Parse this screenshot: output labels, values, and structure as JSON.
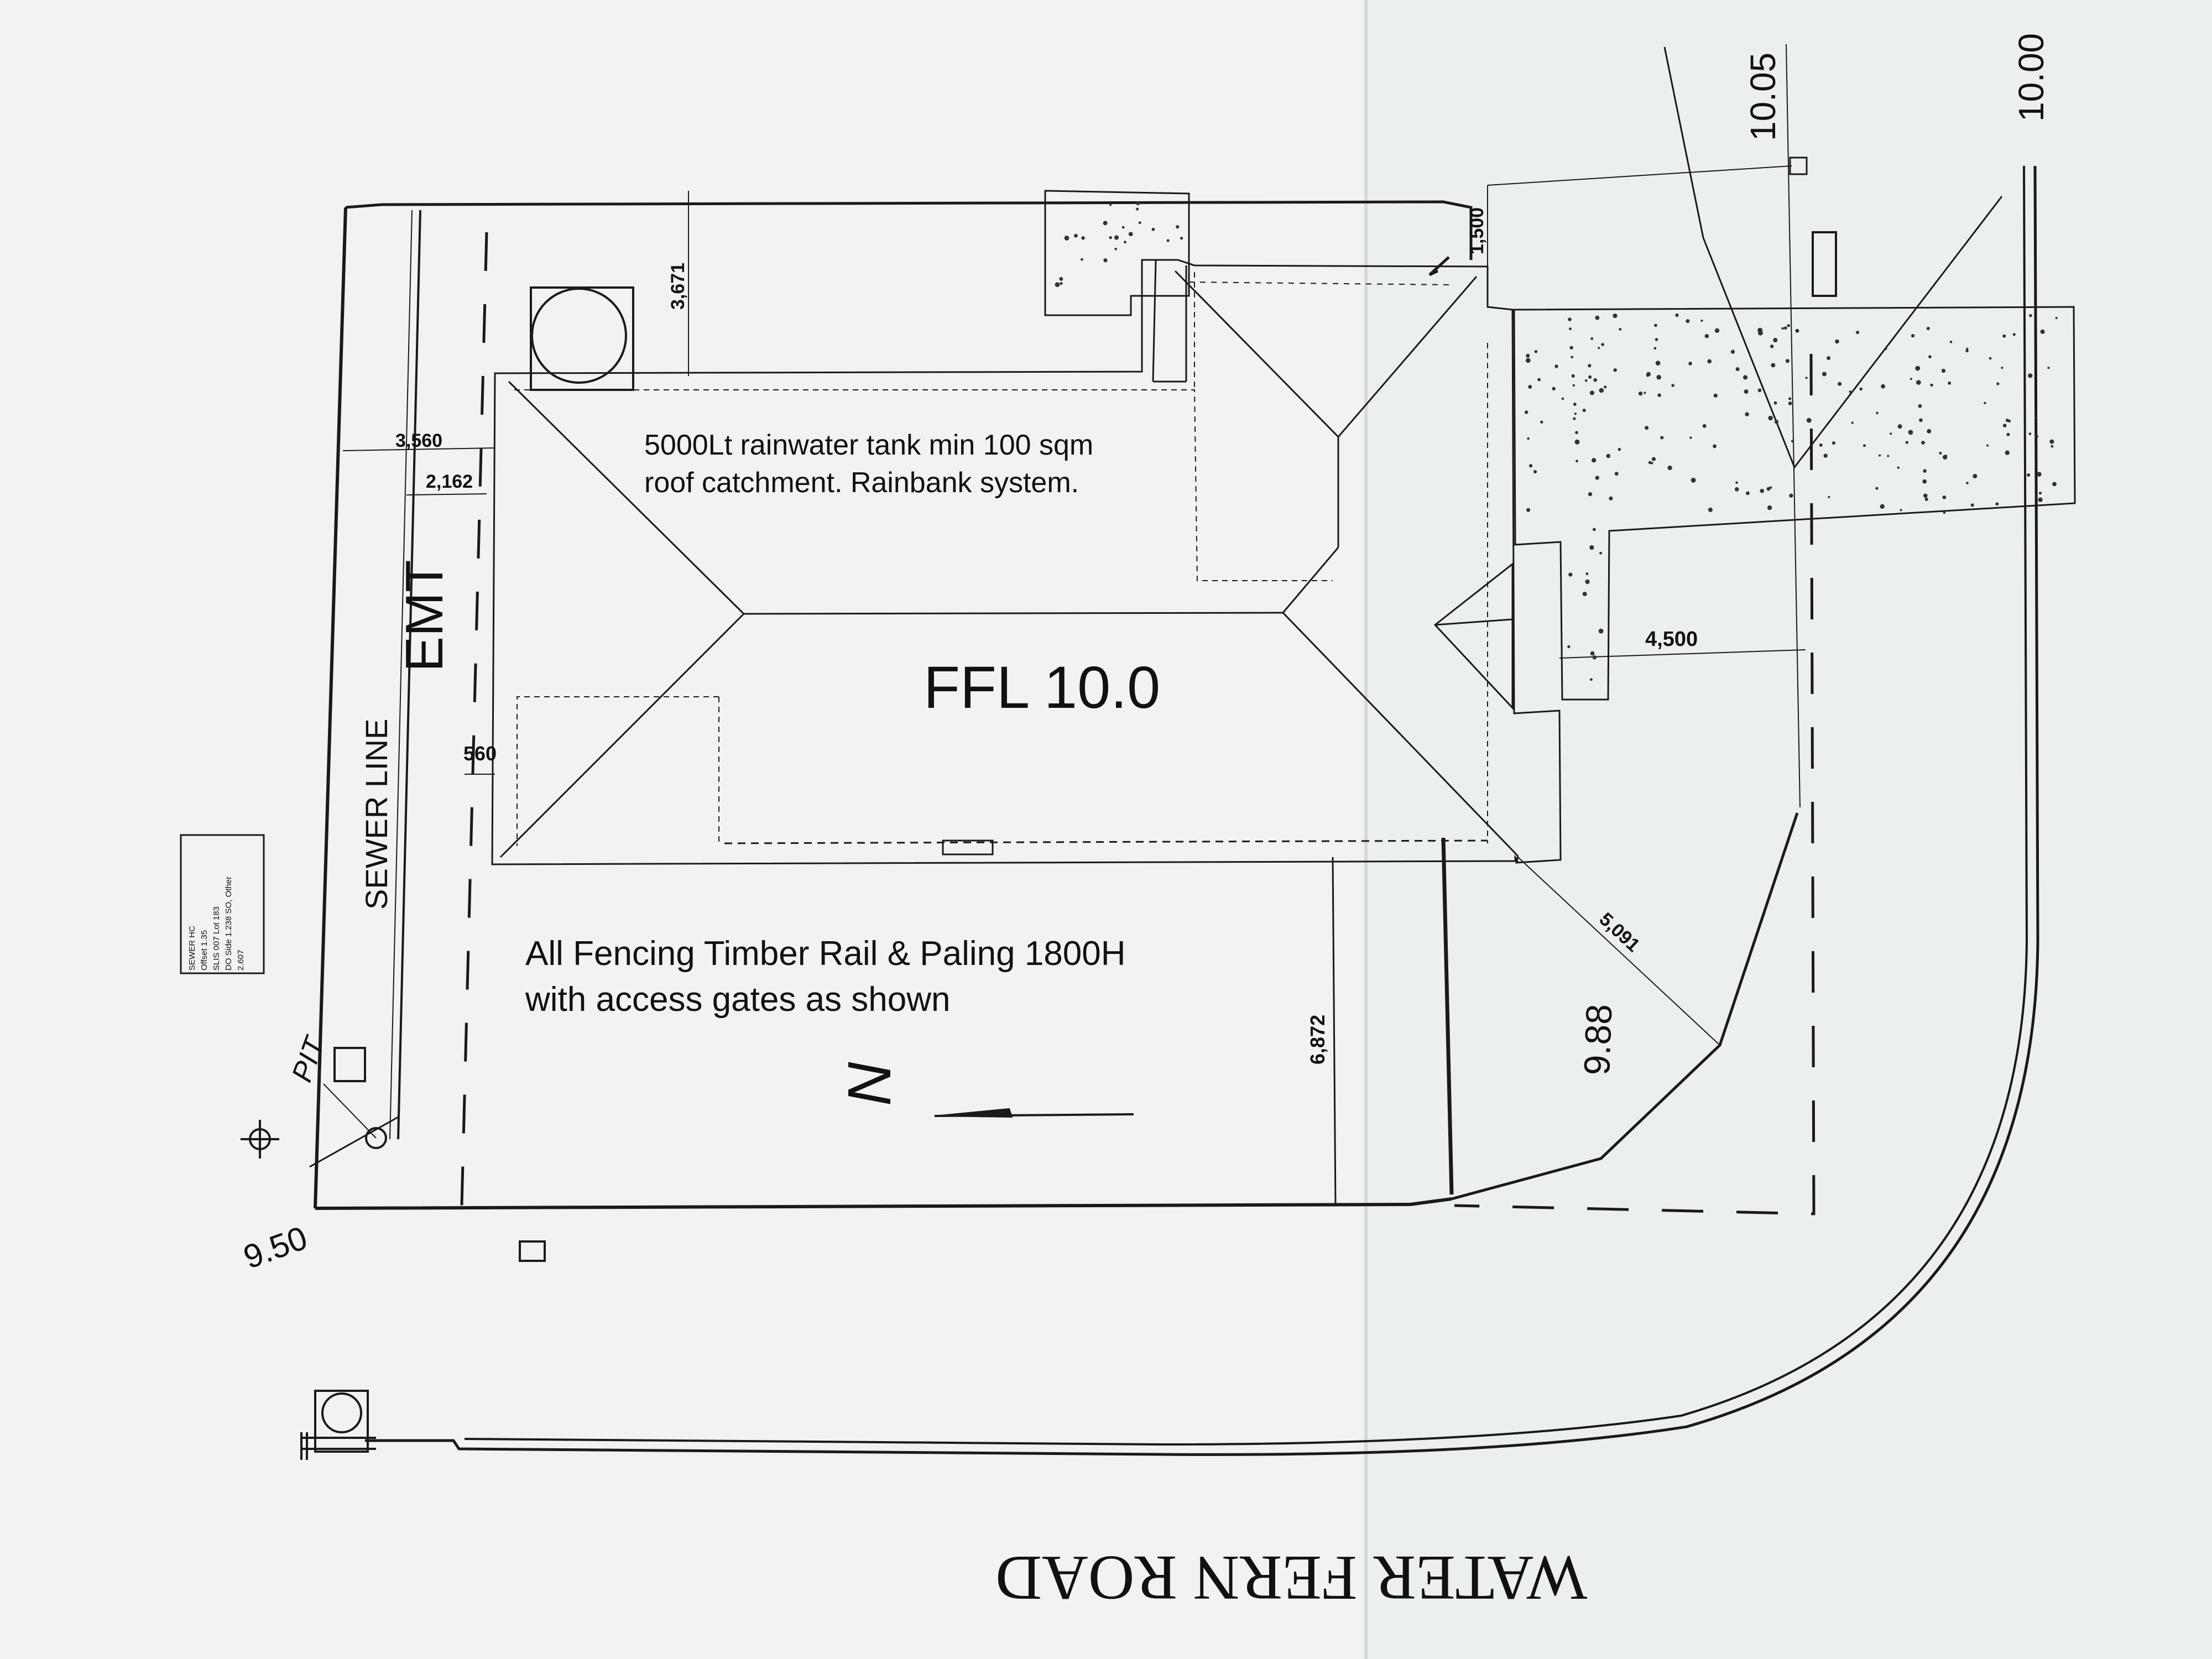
{
  "notes": {
    "tank_line1": "5000Lt rainwater tank min 100 sqm",
    "tank_line2": "roof catchment. Rainbank system.",
    "ffl": "FFL 10.0",
    "fencing_line1": "All Fencing Timber Rail & Paling 1800H",
    "fencing_line2": "with access gates as shown"
  },
  "easement": {
    "sewer_line": "SEWER LINE",
    "emt": "EMT",
    "pit": "PIT"
  },
  "dimensions": {
    "d3560": "3,560",
    "d2162": "2,162",
    "d3671": "3,671",
    "d1500": "1,500",
    "d4500": "4,500",
    "d5091": "5,091",
    "d560": "560",
    "d6872": "6,872"
  },
  "levels": {
    "l950": "9.50",
    "l988": "9.88",
    "l1005": "10.05",
    "l1000": "10.00"
  },
  "road_name": "WATER FERN ROAD",
  "north_mark": "N",
  "sewer_box": [
    "SEWER HC",
    "Offset 1.35",
    "SLIS 007 Lot 183",
    "DO Side 1.238 SO, Other",
    "2.607"
  ],
  "colors": {
    "paper": "#f1f2f2",
    "line": "#1a1a1a",
    "background": "#e3e6e8"
  }
}
